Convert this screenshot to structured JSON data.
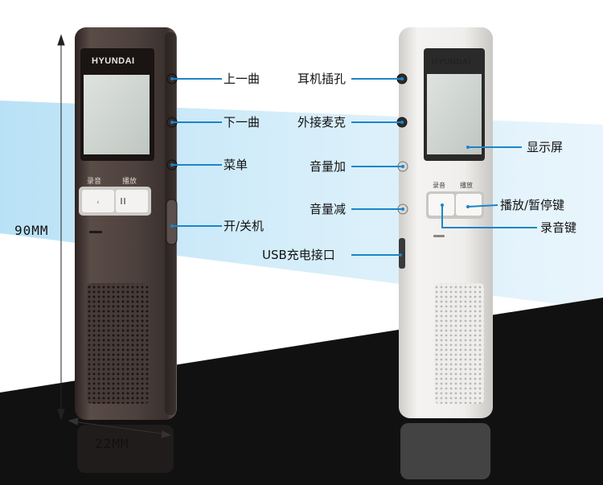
{
  "dimensions": {
    "height": "90MM",
    "width": "22MM"
  },
  "devices": {
    "dark": {
      "brand": "HYUNDAI",
      "record_label": "录音",
      "play_label": "播放"
    },
    "light": {
      "brand": "HYUNDAI",
      "record_label": "录音",
      "play_label": "播放"
    }
  },
  "callouts": {
    "dark": {
      "prev_track": "上一曲",
      "next_track": "下一曲",
      "menu": "菜单",
      "power": "开/关机"
    },
    "light": {
      "earphone_jack": "耳机插孔",
      "mic_jack": "外接麦克",
      "volume_up": "音量加",
      "volume_down": "音量减",
      "usb_port": "USB充电接口",
      "display": "显示屏",
      "play_pause": "播放/暂停键",
      "record_key": "录音键"
    }
  },
  "colors": {
    "accent_line": "#1d84c8",
    "dark_body": "#4a3f3b",
    "light_body": "#ecebe8"
  }
}
